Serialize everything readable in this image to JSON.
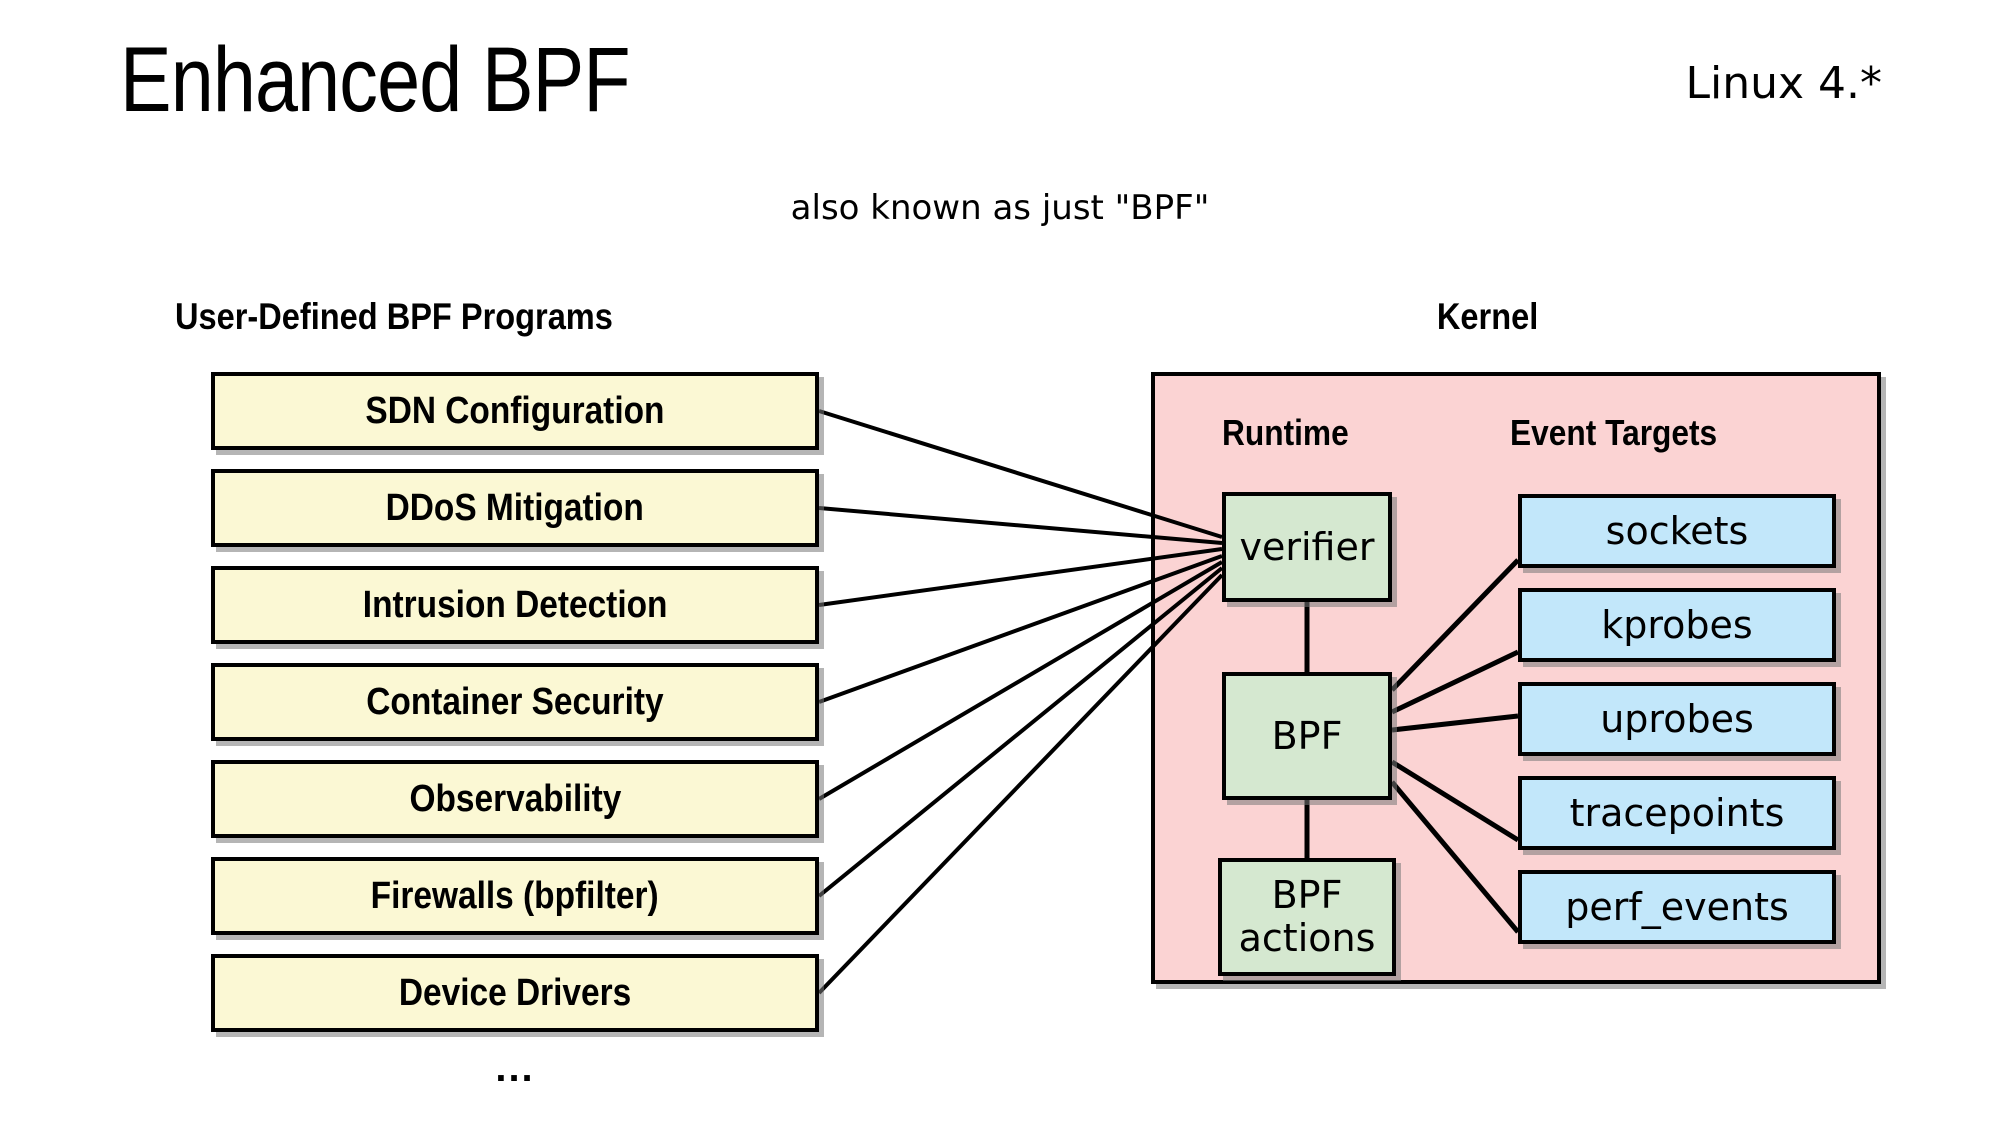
{
  "slide": {
    "title": "Enhanced BPF",
    "version": "Linux 4.*",
    "subtitle": "also known as just \"BPF\"",
    "background_color": "#ffffff"
  },
  "headings": {
    "left_column": "User-Defined BPF Programs",
    "kernel": "Kernel",
    "runtime": "Runtime",
    "event_targets": "Event Targets"
  },
  "colors": {
    "program_box": "#fbf8d4",
    "kernel_panel": "#fbd3d3",
    "runtime_box": "#d5e8d0",
    "event_target_box": "#c2e7fa",
    "stroke": "#000000"
  },
  "programs": [
    {
      "label": "SDN Configuration"
    },
    {
      "label": "DDoS Mitigation"
    },
    {
      "label": "Intrusion Detection"
    },
    {
      "label": "Container Security"
    },
    {
      "label": "Observability"
    },
    {
      "label": "Firewalls (bpfilter)"
    },
    {
      "label": "Device Drivers"
    }
  ],
  "programs_more": "...",
  "runtime": [
    {
      "label": "verifier"
    },
    {
      "label": "BPF"
    },
    {
      "label": "BPF\nactions"
    }
  ],
  "runtime_labels": {
    "verifier": "verifier",
    "bpf": "BPF",
    "bpf_actions_line1": "BPF",
    "bpf_actions_line2": "actions"
  },
  "event_targets": [
    {
      "label": "sockets"
    },
    {
      "label": "kprobes"
    },
    {
      "label": "uprobes"
    },
    {
      "label": "tracepoints"
    },
    {
      "label": "perf_events"
    }
  ]
}
